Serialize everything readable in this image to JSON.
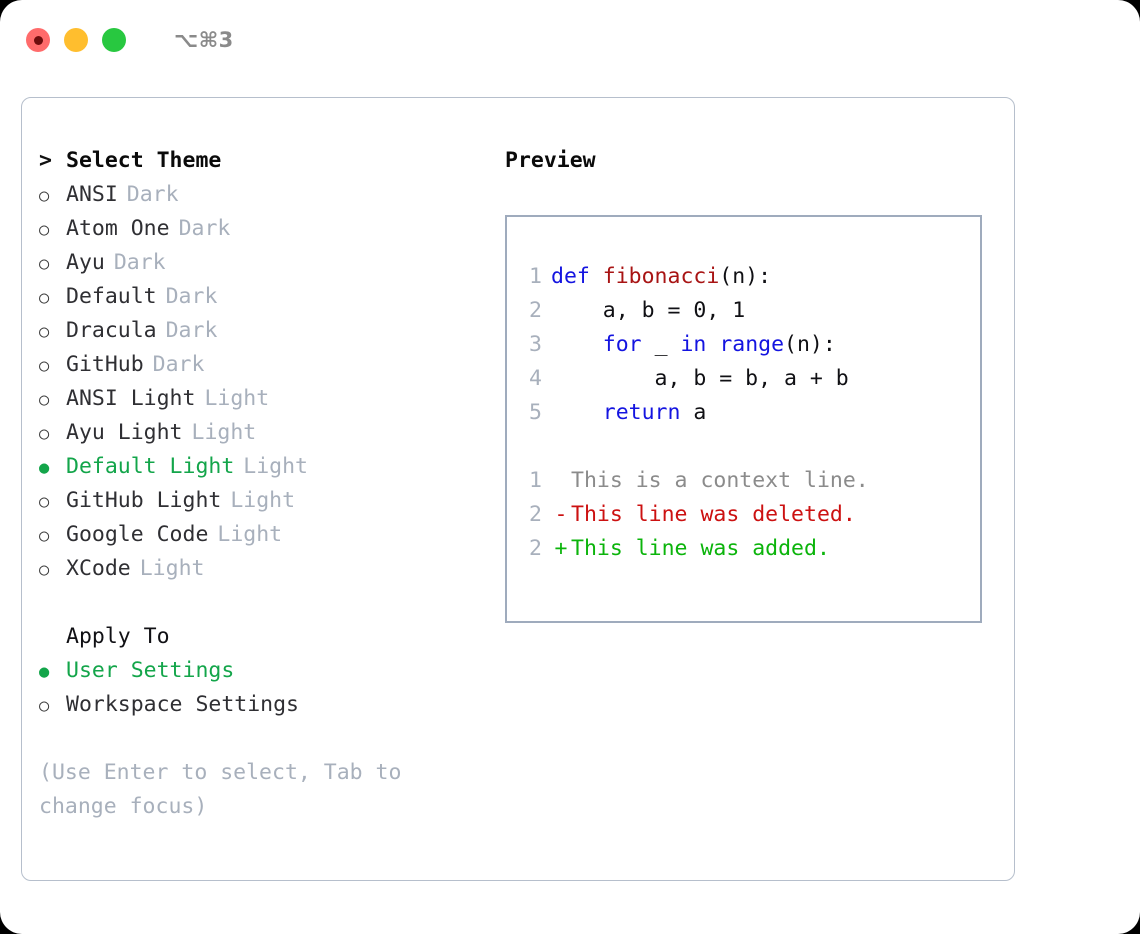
{
  "titlebar": {
    "shortcut": "⌥⌘3",
    "buttons": [
      {
        "name": "close",
        "color": "#ff6b6b"
      },
      {
        "name": "minimize",
        "color": "#ffbe2e"
      },
      {
        "name": "maximize",
        "color": "#28c840"
      }
    ]
  },
  "theme_picker": {
    "heading_marker": ">",
    "heading": "Select Theme",
    "radio_off": "○",
    "radio_on": "●",
    "items": [
      {
        "label": "ANSI",
        "variant": "Dark",
        "selected": false
      },
      {
        "label": "Atom One",
        "variant": "Dark",
        "selected": false
      },
      {
        "label": "Ayu",
        "variant": "Dark",
        "selected": false
      },
      {
        "label": "Default",
        "variant": "Dark",
        "selected": false
      },
      {
        "label": "Dracula",
        "variant": "Dark",
        "selected": false
      },
      {
        "label": "GitHub",
        "variant": "Dark",
        "selected": false
      },
      {
        "label": "ANSI Light",
        "variant": "Light",
        "selected": false
      },
      {
        "label": "Ayu Light",
        "variant": "Light",
        "selected": false
      },
      {
        "label": "Default Light",
        "variant": "Light",
        "selected": true
      },
      {
        "label": "GitHub Light",
        "variant": "Light",
        "selected": false
      },
      {
        "label": "Google Code",
        "variant": "Light",
        "selected": false
      },
      {
        "label": "XCode",
        "variant": "Light",
        "selected": false
      }
    ]
  },
  "apply_to": {
    "heading": "Apply To",
    "options": [
      {
        "label": "User Settings",
        "selected": true
      },
      {
        "label": "Workspace Settings",
        "selected": false
      }
    ]
  },
  "hint": "(Use Enter to select, Tab to change focus)",
  "preview": {
    "heading": "Preview",
    "code_lines": [
      {
        "number": "1",
        "tokens": [
          {
            "text": "def ",
            "type": "kw"
          },
          {
            "text": "fibonacci",
            "type": "fn"
          },
          {
            "text": "(n):",
            "type": "plain"
          }
        ]
      },
      {
        "number": "2",
        "tokens": [
          {
            "text": "    a, b = 0, 1",
            "type": "plain"
          }
        ]
      },
      {
        "number": "3",
        "tokens": [
          {
            "text": "    ",
            "type": "plain"
          },
          {
            "text": "for",
            "type": "kw"
          },
          {
            "text": " _ ",
            "type": "plain"
          },
          {
            "text": "in",
            "type": "kw"
          },
          {
            "text": " ",
            "type": "plain"
          },
          {
            "text": "range",
            "type": "kw"
          },
          {
            "text": "(n):",
            "type": "plain"
          }
        ]
      },
      {
        "number": "4",
        "tokens": [
          {
            "text": "        a, b = b, a + b",
            "type": "plain"
          }
        ]
      },
      {
        "number": "5",
        "tokens": [
          {
            "text": "    ",
            "type": "plain"
          },
          {
            "text": "return",
            "type": "kw"
          },
          {
            "text": " a",
            "type": "plain"
          }
        ]
      }
    ],
    "diff_lines": [
      {
        "number": "1",
        "mark": " ",
        "text": "This is a context line.",
        "type": "context"
      },
      {
        "number": "2",
        "mark": "-",
        "text": "This line was deleted.",
        "type": "del"
      },
      {
        "number": "2",
        "mark": "+",
        "text": "This line was added.",
        "type": "add"
      }
    ]
  },
  "colors": {
    "accent_green": "#13a54a",
    "muted_gray": "#a8b0bc",
    "keyword_blue": "#1414e0",
    "function_red": "#a81414",
    "diff_del_red": "#cc1111",
    "diff_add_green": "#0bb40b",
    "border": "#9fabbd"
  }
}
